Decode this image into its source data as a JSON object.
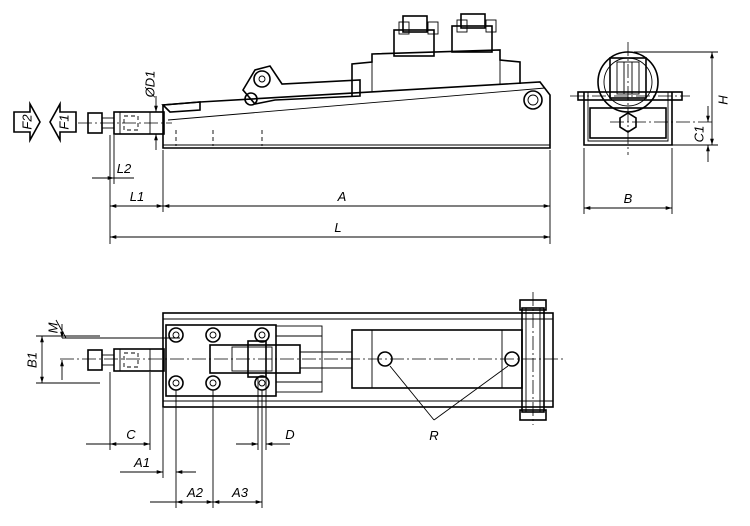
{
  "labels": {
    "d1": "ØD1",
    "f1": "F1",
    "f2": "F2",
    "l2": "L2",
    "l1": "L1",
    "a": "A",
    "l": "L",
    "h": "H",
    "c1": "C1",
    "b": "B",
    "m": "M",
    "b1": "B1",
    "c": "C",
    "d": "D",
    "a1": "A1",
    "a2": "A2",
    "a3": "A3",
    "r": "R"
  }
}
